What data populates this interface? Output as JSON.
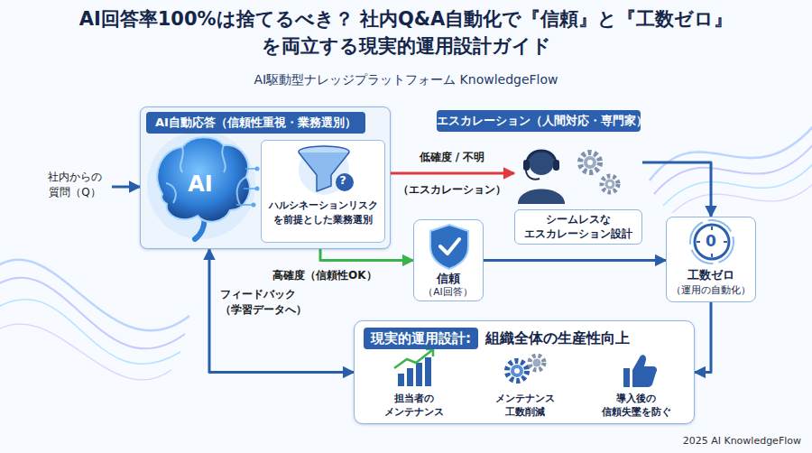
{
  "diagram": {
    "title": "AI回答率100%は捨てるべき？ 社内Q&A自動化で『信頼』と『工数ゼロ』を両立する現実的運用設計ガイド",
    "nodes": [
      {
        "text": [
          "社内からの 質問（Q）"
        ]
      },
      {
        "text": [
          "AI自動応答（信頼性重視・業務選別）"
        ]
      },
      {
        "text": [
          "ハルシネーションリスク を前提とした業務選別"
        ],
        "in": 1
      },
      {
        "text": [
          "エスカレーション（人間対応・専門家）"
        ]
      },
      {
        "text": [
          "シームレスな エスカレーション設計"
        ],
        "in": 3
      },
      {
        "text": [
          "信頼",
          "（AI回答）"
        ]
      },
      {
        "text": [
          "工数ゼロ",
          "（運用の自動化）"
        ]
      },
      {
        "text": [
          "現実的運用設計:",
          "組織全体の生産性向上",
          "担当者の メンテナンス",
          "メンテナンス 工数削減",
          "導入後の 信頼失墜を防ぐ"
        ]
      }
    ],
    "edges": [
      {
        "from": 0,
        "to": 1,
        "arrow": "to"
      },
      {
        "from": 1,
        "to": 3,
        "label": "低確度 / 不明 （エスカレーション）",
        "arrow": "to"
      },
      {
        "from": 1,
        "to": 5,
        "label": "高確度（信頼性OK）",
        "arrow": "to"
      },
      {
        "from": 3,
        "to": 6,
        "arrow": "to"
      },
      {
        "from": 5,
        "to": 6,
        "arrow": "to"
      },
      {
        "from": 6,
        "to": 7,
        "arrow": "to"
      },
      {
        "from": 7,
        "to": 1,
        "label": "フィードバック （学習データへ）",
        "arrow": "both"
      }
    ],
    "labels": [
      "AI駆動型ナレッジプラットフォーム KnowledgeFlow",
      "AI",
      "?",
      "0",
      "2025 AI KnowledgeFlow"
    ]
  }
}
